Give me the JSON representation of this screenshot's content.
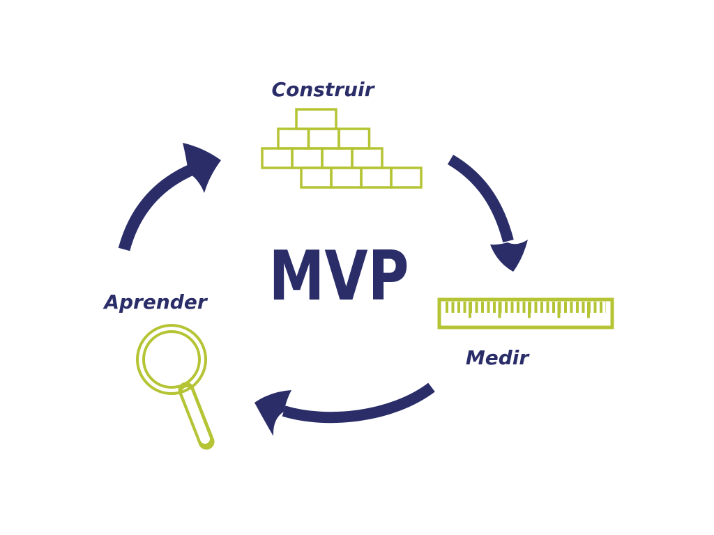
{
  "diagram": {
    "title": "MVP",
    "steps": [
      {
        "label": "Construir",
        "icon": "brick-wall-icon"
      },
      {
        "label": "Medir",
        "icon": "ruler-icon"
      },
      {
        "label": "Aprender",
        "icon": "magnifying-glass-icon"
      }
    ],
    "colors": {
      "navy": "#2a2d68",
      "green": "#b5c434",
      "background": "#ffffff"
    }
  }
}
